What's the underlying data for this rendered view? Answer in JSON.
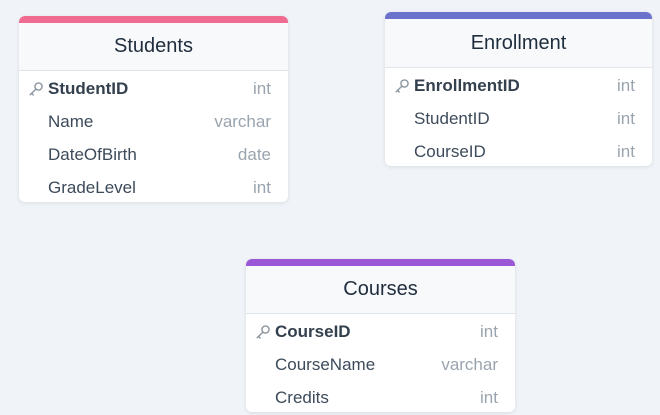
{
  "colors": {
    "background": "#f0f4f8",
    "students_accent": "#f06b92",
    "enrollment_accent": "#6a72cc",
    "courses_accent": "#9b58d6"
  },
  "tables": {
    "students": {
      "title": "Students",
      "fields": [
        {
          "name": "StudentID",
          "type": "int",
          "primary_key": true
        },
        {
          "name": "Name",
          "type": "varchar",
          "primary_key": false
        },
        {
          "name": "DateOfBirth",
          "type": "date",
          "primary_key": false
        },
        {
          "name": "GradeLevel",
          "type": "int",
          "primary_key": false
        }
      ]
    },
    "enrollment": {
      "title": "Enrollment",
      "fields": [
        {
          "name": "EnrollmentID",
          "type": "int",
          "primary_key": true
        },
        {
          "name": "StudentID",
          "type": "int",
          "primary_key": false
        },
        {
          "name": "CourseID",
          "type": "int",
          "primary_key": false
        }
      ]
    },
    "courses": {
      "title": "Courses",
      "fields": [
        {
          "name": "CourseID",
          "type": "int",
          "primary_key": true
        },
        {
          "name": "CourseName",
          "type": "varchar",
          "primary_key": false
        },
        {
          "name": "Credits",
          "type": "int",
          "primary_key": false
        }
      ]
    }
  },
  "icons": {
    "primary_key": "key-icon"
  }
}
